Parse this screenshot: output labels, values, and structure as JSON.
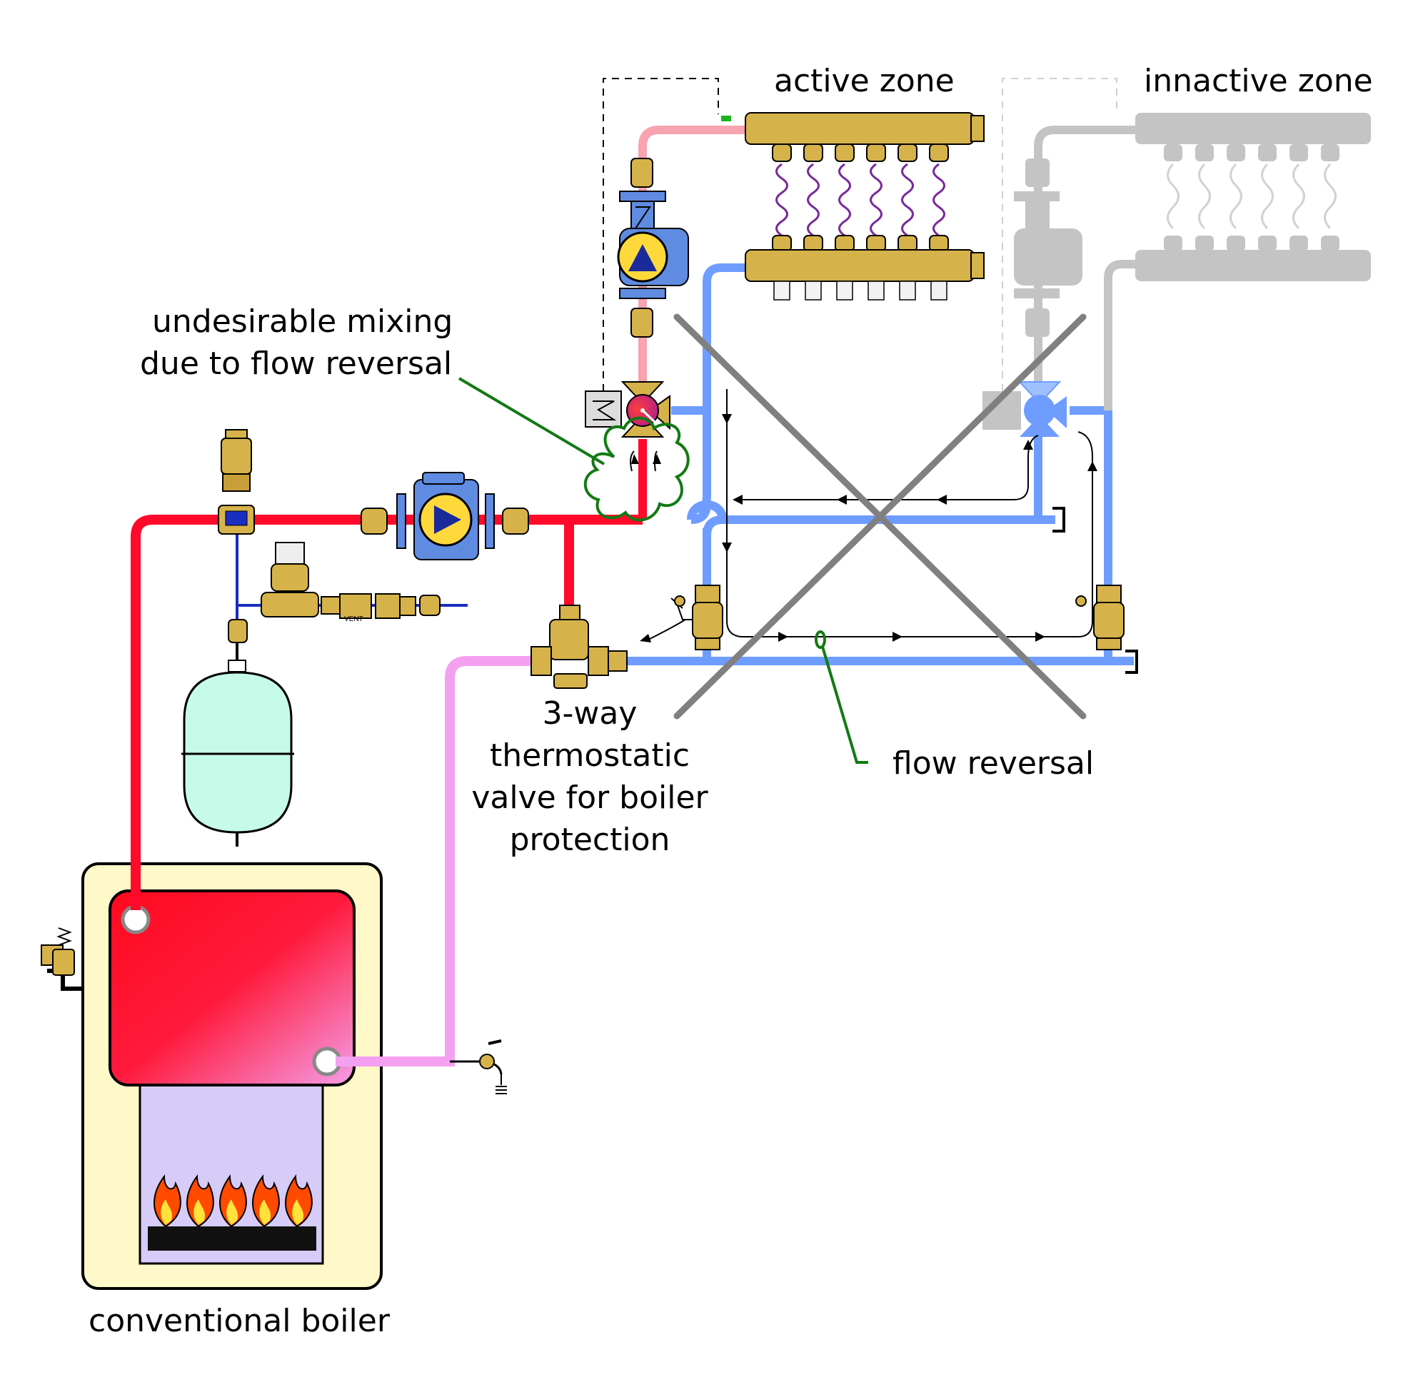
{
  "labels": {
    "active_zone": "active zone",
    "inactive_zone": "innactive zone",
    "mixing_line1": "undesirable mixing",
    "mixing_line2": "due to flow reversal",
    "valve_line1": "3-way",
    "valve_line2": "thermostatic",
    "valve_line3": "valve for boiler",
    "valve_line4": "protection",
    "flow_reversal": "flow reversal",
    "boiler": "conventional boiler",
    "vent_tag": "VENT"
  },
  "colors": {
    "hot_supply": "#ff0a2a",
    "cool_supply": "#f7a3b0",
    "return": "#6f9cff",
    "boiler_return": "#f4a0f0",
    "inactive": "#c4c4c4",
    "brass": "#d6b24a",
    "annotation": "#137a13",
    "cross": "#808080",
    "tank": "#c7fbe9",
    "boiler_jacket": "#fff9c9",
    "combustion_chamber": "#d6ccf7",
    "pump_blue": "#5f8be0"
  },
  "icons": [
    "boiler-pump-icon",
    "zone-pump-icon",
    "mixing-valve-icon",
    "actuator-icon",
    "expansion-tank-icon",
    "air-vent-icon",
    "relief-valve-icon",
    "drain-valve-icon",
    "burner-flame-icon"
  ]
}
